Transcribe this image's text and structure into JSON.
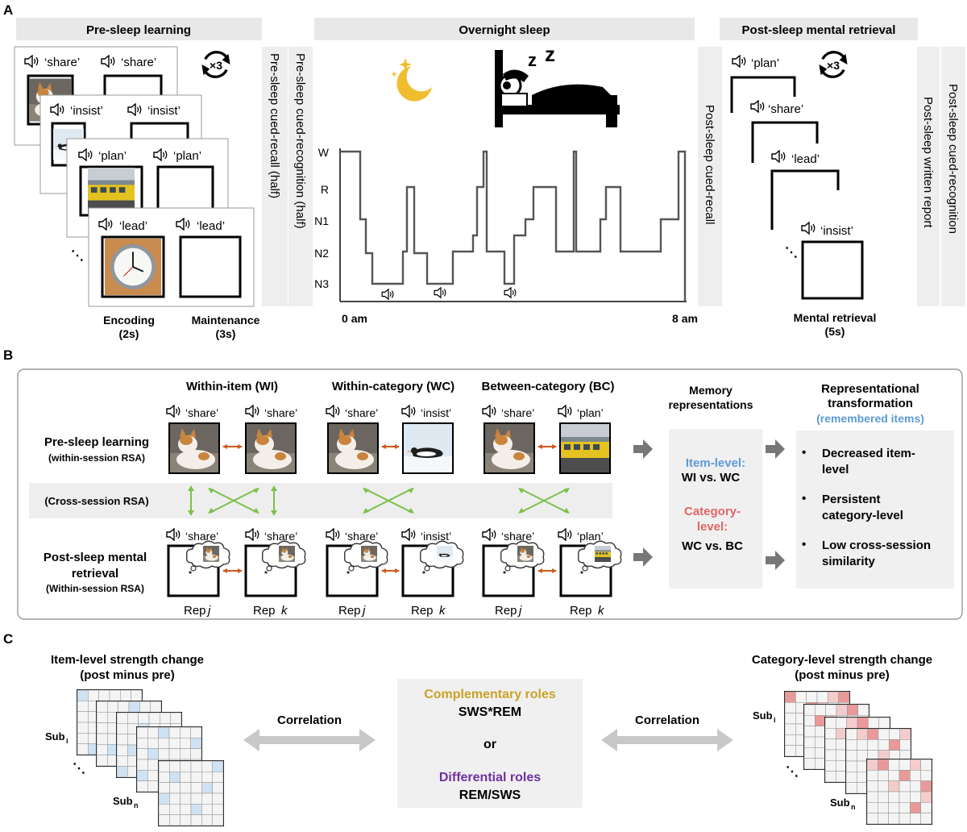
{
  "panel_a": {
    "letter": "A",
    "pre_sleep_header": "Pre-sleep learning",
    "overnight_header": "Overnight sleep",
    "post_sleep_header": "Post-sleep mental retrieval",
    "repeat_label": "×3",
    "learning_words": [
      "‘share’",
      "‘insist’",
      "‘plan’",
      "‘lead’"
    ],
    "encoding_label": "Encoding",
    "encoding_time": "(2s)",
    "maintenance_label": "Maintenance",
    "maintenance_time": "(3s)",
    "pre_recall_label": "Pre-sleep cued-recall (half)",
    "pre_recognition_label": "Pre-sleep cued-recognition (half)",
    "post_recall_label": "Post-sleep cued-recall",
    "hypnogram_stages": [
      "W",
      "R",
      "N1",
      "N2",
      "N3"
    ],
    "x_start": "0 am",
    "x_end": "8 am",
    "retrieval_words": [
      "‘plan’",
      "‘share’",
      "‘lead’",
      "‘insist’"
    ],
    "mental_retrieval_label": "Mental retrieval",
    "mental_retrieval_time": "(5s)",
    "post_written_label": "Post-sleep written report",
    "post_recognition_label": "Post-sleep cued-recognition",
    "ellipsis": "⋱"
  },
  "panel_b": {
    "letter": "B",
    "conditions": [
      {
        "title": "Within-item (WI)",
        "left_word": "‘share’",
        "right_word": "‘share’",
        "left_image": "cat",
        "right_image": "cat"
      },
      {
        "title": "Within-category (WC)",
        "left_word": "‘share’",
        "right_word": "‘insist’",
        "left_image": "cat",
        "right_image": "penguin"
      },
      {
        "title": "Between-category (BC)",
        "left_word": "‘share’",
        "right_word": "‘plan’",
        "left_image": "cat",
        "right_image": "train"
      }
    ],
    "pre_row_label": "Pre-sleep learning",
    "pre_row_sub": "(within-session RSA)",
    "cross_label": "(Cross-session RSA)",
    "post_row_label_1": "Post-sleep mental",
    "post_row_label_2": "retrieval",
    "post_row_sub": "(Within-session RSA)",
    "rep_word": "Rep",
    "rep_j": "j",
    "rep_k": "k",
    "memory_title_1": "Memory",
    "memory_title_2": "representations",
    "item_level_label": "Item-level:",
    "item_level_value": "WI vs. WC",
    "category_level_label_1": "Category-",
    "category_level_label_2": "level:",
    "category_level_value": "WC vs. BC",
    "transform_title_1": "Representational",
    "transform_title_2": "transformation",
    "transform_subtitle": "(remembered items)",
    "findings": [
      [
        "Decreased item-",
        "level"
      ],
      [
        "Persistent",
        "category-level"
      ],
      [
        "Low cross-session",
        "similarity"
      ]
    ]
  },
  "panel_c": {
    "letter": "C",
    "item_title_1": "Item-level strength change",
    "item_title_2": "(post minus pre)",
    "category_title_1": "Category-level strength change",
    "category_title_2": "(post minus pre)",
    "sub_prefix": "Sub",
    "sub_i": "i",
    "sub_n": "n",
    "correlation_label": "Correlation",
    "complementary_label": "Complementary roles",
    "complementary_formula": "SWS*REM",
    "or_label": "or",
    "differential_label": "Differential roles",
    "differential_formula": "REM/SWS"
  },
  "colors": {
    "header_gray": "#e8e8e8",
    "box_gray": "#f0f0f0",
    "item_blue": "#5b9bd5",
    "category_red": "#e06666",
    "gold": "#c9a227",
    "purple": "#7030a0",
    "green_arrow": "#7cc04a",
    "orange_arrow": "#d0591d",
    "blue_cell": "#cfe2f3",
    "red_cell": "#f4cccc",
    "red_cell_dark": "#ea9999"
  },
  "icons": [
    "speaker-icon",
    "repeat-icon",
    "moon-icon",
    "sleeper-bed-icon",
    "thought-cloud-icon",
    "arrow-right-icon"
  ]
}
